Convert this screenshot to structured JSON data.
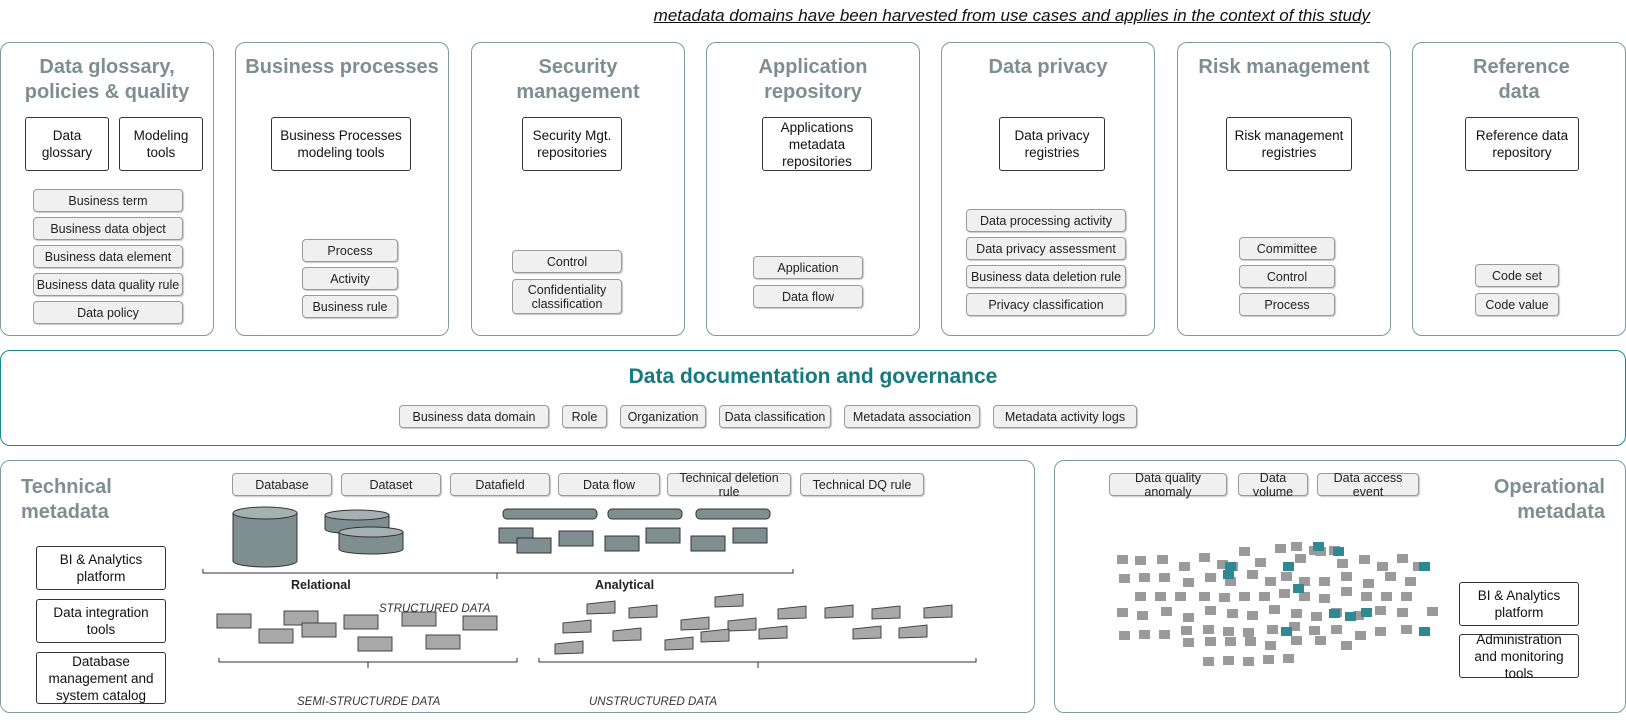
{
  "header_note": "metadata domains have been harvested from use cases and applies in the context of this study",
  "domains": [
    {
      "title": "Data glossary, policies & quality",
      "tools": [
        "Data glossary",
        "Modeling tools"
      ],
      "items": [
        "Business term",
        "Business data object",
        "Business data element",
        "Business data quality rule",
        "Data policy"
      ]
    },
    {
      "title": "Business processes",
      "tools": [
        "Business Processes modeling tools"
      ],
      "items": [
        "Process",
        "Activity",
        "Business rule"
      ]
    },
    {
      "title": "Security management",
      "tools": [
        "Security Mgt. repositories"
      ],
      "items": [
        "Control",
        "Confidentiality classification"
      ]
    },
    {
      "title": "Application repository",
      "tools": [
        "Applications metadata repositories"
      ],
      "items": [
        "Application",
        "Data flow"
      ]
    },
    {
      "title": "Data privacy",
      "tools": [
        "Data privacy registries"
      ],
      "items": [
        "Data processing activity",
        "Data privacy assessment",
        "Business data deletion rule",
        "Privacy classification"
      ]
    },
    {
      "title": "Risk management",
      "tools": [
        "Risk management registries"
      ],
      "items": [
        "Committee",
        "Control",
        "Process"
      ]
    },
    {
      "title": "Reference data",
      "tools": [
        "Reference data repository"
      ],
      "items": [
        "Code set",
        "Code value"
      ]
    }
  ],
  "governance": {
    "title": "Data documentation and governance",
    "items": [
      "Business data domain",
      "Role",
      "Organization",
      "Data classification",
      "Metadata association",
      "Metadata activity logs"
    ]
  },
  "technical": {
    "title": "Technical metadata",
    "items": [
      "Database",
      "Dataset",
      "Datafield",
      "Data flow",
      "Technical deletion rule",
      "Technical DQ rule"
    ],
    "tools": [
      "BI & Analytics platform",
      "Data integration tools",
      "Database management and system catalog"
    ],
    "labels": {
      "relational": "Relational",
      "analytical": "Analytical",
      "structured": "STRUCTURED DATA",
      "semi": "SEMI-STRUCTURDE DATA",
      "unstructured": "UNSTRUCTURED DATA"
    }
  },
  "operational": {
    "title": "Operational metadata",
    "items": [
      "Data quality anomaly",
      "Data volume",
      "Data access event"
    ],
    "tools": [
      "BI & Analytics platform",
      "Administration and monitoring tools"
    ]
  },
  "colors": {
    "accent": "#157a80",
    "title_gray": "#7e8e92",
    "teal_square": "#2d8a94",
    "gray_square": "#9a9a9a"
  }
}
